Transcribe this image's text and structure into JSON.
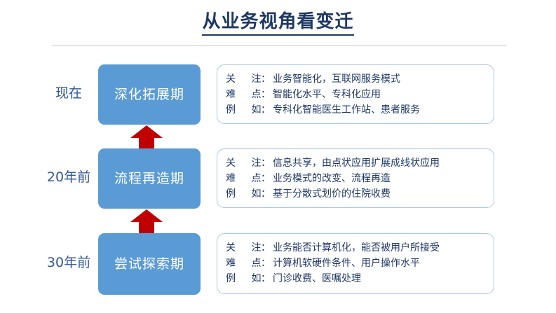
{
  "slide": {
    "title": "从业务视角看变迁"
  },
  "rows": [
    {
      "era": "现在",
      "stage": "深化拓展期",
      "details": [
        {
          "key": "关  注",
          "colon": "：",
          "value": "业务智能化，互联网服务模式"
        },
        {
          "key": "难  点",
          "colon": "：",
          "value": "智能化水平、专科化应用"
        },
        {
          "key": "例  如",
          "colon": "：",
          "value": "专科化智能医生工作站、患者服务"
        }
      ]
    },
    {
      "era": "20年前",
      "stage": "流程再造期",
      "details": [
        {
          "key": "关  注",
          "colon": "：",
          "value": "信息共享，由点状应用扩展成线状应用"
        },
        {
          "key": "难  点",
          "colon": "：",
          "value": "业务模式的改变、流程再造"
        },
        {
          "key": "例  如",
          "colon": "：",
          "value": "基于分散式划价的住院收费"
        }
      ]
    },
    {
      "era": "30年前",
      "stage": "尝试探索期",
      "details": [
        {
          "key": "关  注",
          "colon": "：",
          "value": "业务能否计算机化，能否被用户所接受"
        },
        {
          "key": "难  点",
          "colon": "：",
          "value": "计算机软硬件条件、用户操作水平"
        },
        {
          "key": "例  如",
          "colon": "：",
          "value": "门诊收费、医嘱处理"
        }
      ]
    }
  ],
  "arrows": [
    {
      "name": "arrow-up-from-row2-to-row1"
    },
    {
      "name": "arrow-up-from-row3-to-row2"
    }
  ],
  "colors": {
    "title": "#1F3864",
    "stage_box": "#5B9BD5",
    "stage_text": "#FFFFFF",
    "era_label": "#2F5597",
    "detail_border": "#A8C8E8",
    "detail_text": "#1F3864",
    "arrow": "#C00000",
    "rule": "#E3E3E3"
  }
}
